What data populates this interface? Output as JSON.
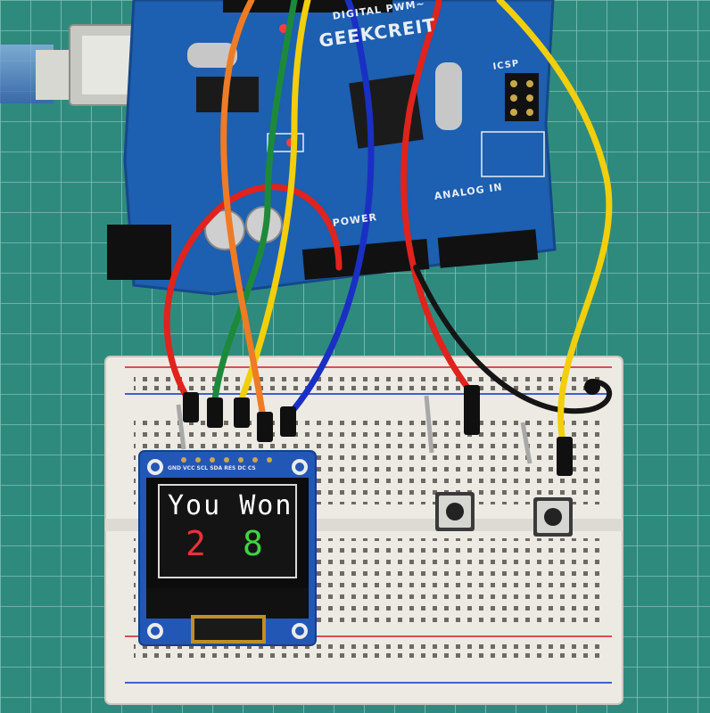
{
  "scene": "Arduino Uno clone wired to a breadboard with a 0.96 inch color OLED display and two tactile push buttons on a green cutting mat",
  "board": {
    "brand_text": "GEEKCREIT",
    "top_text": "DIGITAL PWM~",
    "power_header_label": "POWER",
    "analog_header_label": "ANALOG IN",
    "icsp_label": "ICSP"
  },
  "oled": {
    "pin_labels": "GND VCC SCL SDA RES DC CS",
    "title": "You Won",
    "score_left": "2",
    "score_right": "8"
  },
  "colors": {
    "mat": "#2f8a7e",
    "board": "#1d5fb0",
    "breadboard": "#eceae3",
    "wire_red": "#e0231c",
    "wire_orange": "#ef7b25",
    "wire_green": "#1c8a3a",
    "wire_yellow": "#f2cf0c",
    "wire_blue": "#1a2fc4",
    "wire_black": "#151515",
    "oled_red": "#e8323a",
    "oled_green": "#42d246"
  }
}
